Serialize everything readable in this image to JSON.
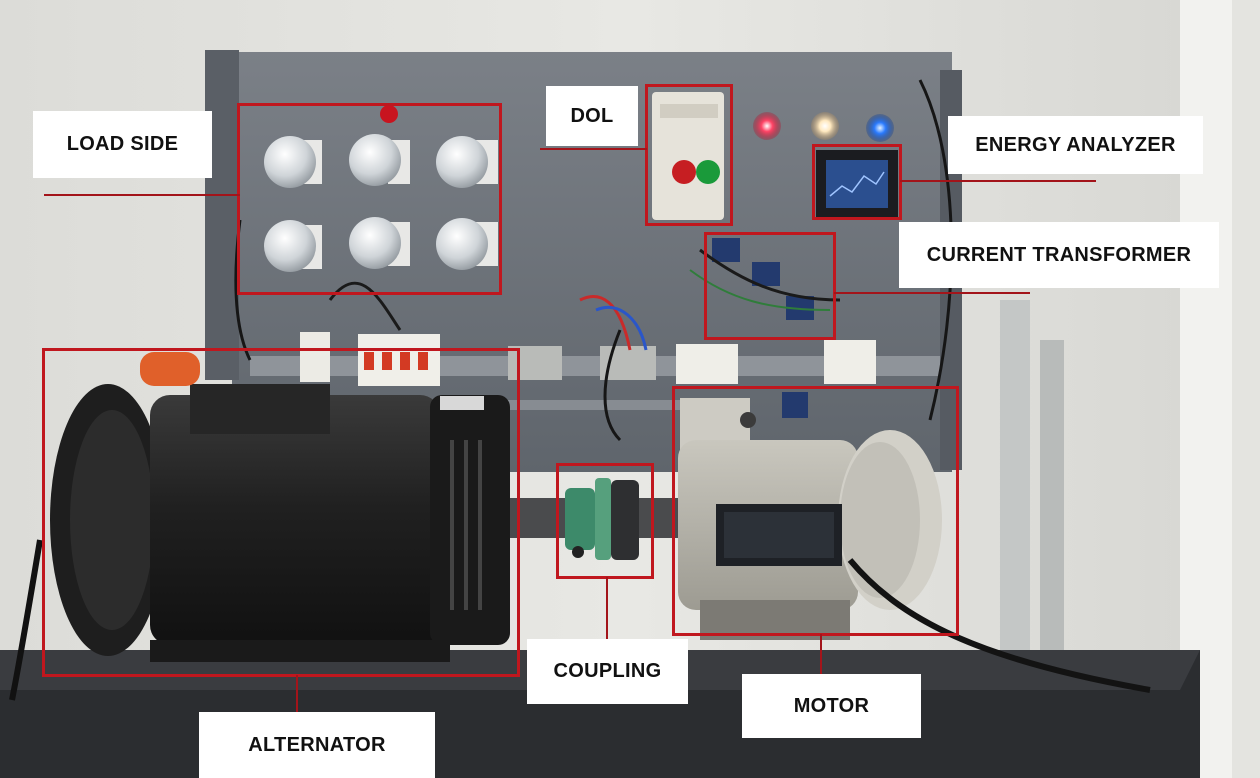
{
  "labels": {
    "load_side": "LOAD SIDE",
    "dol": "DOL",
    "energy_analyzer": "ENERGY ANALYZER",
    "current_transformer": "CURRENT TRANSFORMER",
    "coupling": "COUPLING",
    "motor": "MOTOR",
    "alternator": "ALTERNATOR"
  },
  "colors": {
    "highlight": "#c0171e",
    "panel": "#6c7279",
    "label_background": "#ffffff"
  }
}
